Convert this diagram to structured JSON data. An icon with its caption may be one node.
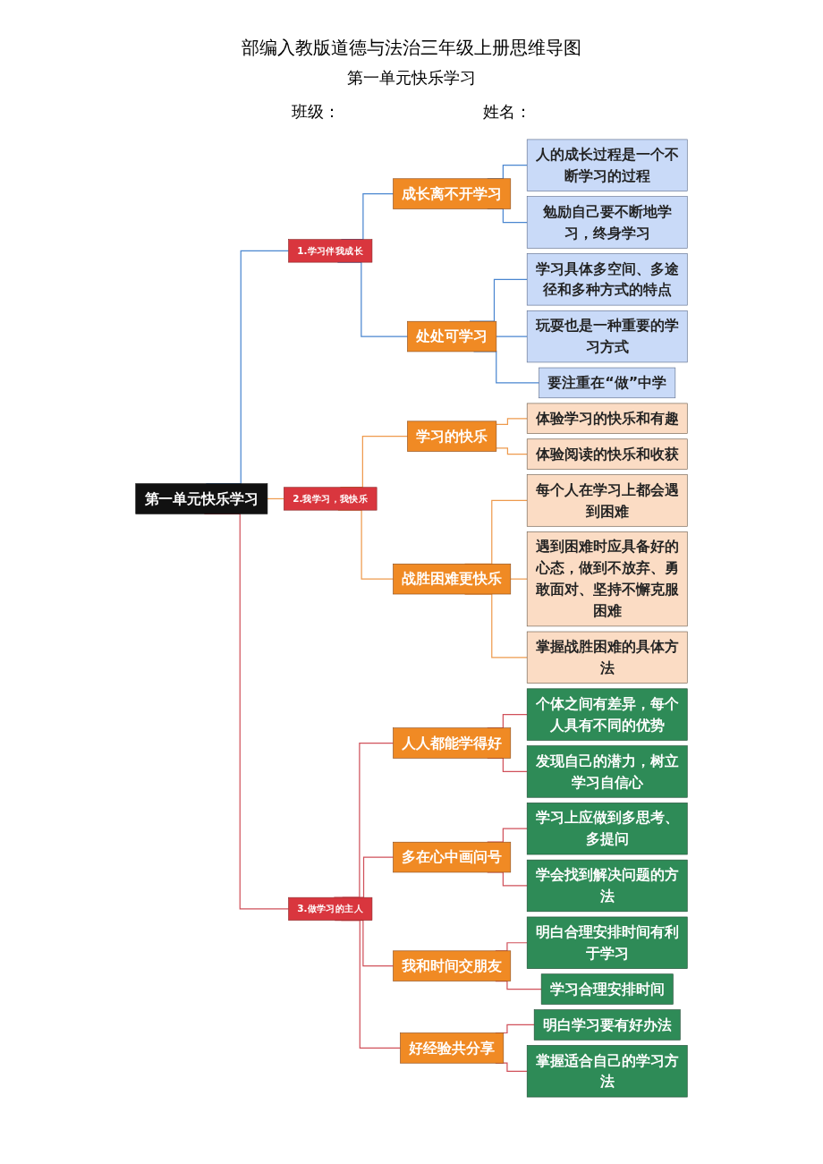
{
  "diagram": {
    "title": "部编入教版道德与法治三年级上册思维导图",
    "nodes": [
      {
        "text": [
          "第一单元快乐学习"
        ]
      },
      {
        "text": [
          "1.学习伴我成长"
        ]
      },
      {
        "text": [
          "成长离不开学习"
        ]
      },
      {
        "text": [
          "人的成长过程是一个不断学习的过程"
        ]
      },
      {
        "text": [
          "勉励自己要不断地学习，终身学习"
        ]
      },
      {
        "text": [
          "处处可学习"
        ]
      },
      {
        "text": [
          "学习具体多空间、多途径和多种方式的特点"
        ]
      },
      {
        "text": [
          "玩耍也是一种重要的学习方式"
        ]
      },
      {
        "text": [
          "要注重在“做”中学"
        ]
      },
      {
        "text": [
          "2.我学习，我快乐"
        ]
      },
      {
        "text": [
          "学习的快乐"
        ]
      },
      {
        "text": [
          "体验学习的快乐和有趣"
        ]
      },
      {
        "text": [
          "体验阅读的快乐和收获"
        ]
      },
      {
        "text": [
          "战胜困难更快乐"
        ]
      },
      {
        "text": [
          "每个人在学习上都会遇到困难"
        ]
      },
      {
        "text": [
          "遇到困难时应具备好的心态，做到不放弃、勇敢面对、坚持不懈克服困难"
        ]
      },
      {
        "text": [
          "掌握战胜困难的具体方法"
        ]
      },
      {
        "text": [
          "3.做学习的主人"
        ]
      },
      {
        "text": [
          "人人都能学得好"
        ]
      },
      {
        "text": [
          "个体之间有差异，每个人具有不同的优势"
        ]
      },
      {
        "text": [
          "发现自己的潜力，树立学习自信心"
        ]
      },
      {
        "text": [
          "多在心中画问号"
        ]
      },
      {
        "text": [
          "学习上应做到多思考、多提问"
        ]
      },
      {
        "text": [
          "学会找到解决问题的方法"
        ]
      },
      {
        "text": [
          "我和时间交朋友"
        ]
      },
      {
        "text": [
          "明白合理安排时间有利于学习"
        ]
      },
      {
        "text": [
          "学习合理安排时间"
        ]
      },
      {
        "text": [
          "好经验共分享"
        ]
      },
      {
        "text": [
          "明白学习要有好办法"
        ]
      },
      {
        "text": [
          "掌握适合自己的学习方法"
        ]
      }
    ],
    "edges": [
      {
        "from": 0,
        "to": 1,
        "arrow": "none",
        "color": "#4a86d0"
      },
      {
        "from": 1,
        "to": 2,
        "arrow": "none",
        "color": "#4a86d0"
      },
      {
        "from": 2,
        "to": 3,
        "arrow": "none",
        "color": "#4a86d0"
      },
      {
        "from": 2,
        "to": 4,
        "arrow": "none",
        "color": "#4a86d0"
      },
      {
        "from": 1,
        "to": 5,
        "arrow": "none",
        "color": "#4a86d0"
      },
      {
        "from": 5,
        "to": 6,
        "arrow": "none",
        "color": "#4a86d0"
      },
      {
        "from": 5,
        "to": 7,
        "arrow": "none",
        "color": "#4a86d0"
      },
      {
        "from": 5,
        "to": 8,
        "arrow": "none",
        "color": "#4a86d0"
      },
      {
        "from": 0,
        "to": 9,
        "arrow": "none",
        "color": "#ee9a4d"
      },
      {
        "from": 9,
        "to": 10,
        "arrow": "none",
        "color": "#ee9a4d"
      },
      {
        "from": 10,
        "to": 11,
        "arrow": "none",
        "color": "#ee9a4d"
      },
      {
        "from": 10,
        "to": 12,
        "arrow": "none",
        "color": "#ee9a4d"
      },
      {
        "from": 9,
        "to": 13,
        "arrow": "none",
        "color": "#ee9a4d"
      },
      {
        "from": 13,
        "to": 14,
        "arrow": "none",
        "color": "#ee9a4d"
      },
      {
        "from": 13,
        "to": 15,
        "arrow": "none",
        "color": "#ee9a4d"
      },
      {
        "from": 13,
        "to": 16,
        "arrow": "none",
        "color": "#ee9a4d"
      },
      {
        "from": 0,
        "to": 17,
        "arrow": "none",
        "color": "#d0505a"
      },
      {
        "from": 17,
        "to": 18,
        "arrow": "none",
        "color": "#d0505a"
      },
      {
        "from": 18,
        "to": 19,
        "arrow": "none",
        "color": "#d0505a"
      },
      {
        "from": 18,
        "to": 20,
        "arrow": "none",
        "color": "#d0505a"
      },
      {
        "from": 17,
        "to": 21,
        "arrow": "none",
        "color": "#d0505a"
      },
      {
        "from": 21,
        "to": 22,
        "arrow": "none",
        "color": "#d0505a"
      },
      {
        "from": 21,
        "to": 23,
        "arrow": "none",
        "color": "#d0505a"
      },
      {
        "from": 17,
        "to": 24,
        "arrow": "none",
        "color": "#d0505a"
      },
      {
        "from": 24,
        "to": 25,
        "arrow": "none",
        "color": "#d0505a"
      },
      {
        "from": 24,
        "to": 26,
        "arrow": "none",
        "color": "#d0505a"
      },
      {
        "from": 17,
        "to": 27,
        "arrow": "none",
        "color": "#d0505a"
      },
      {
        "from": 27,
        "to": 28,
        "arrow": "none",
        "color": "#d0505a"
      },
      {
        "from": 27,
        "to": 29,
        "arrow": "none",
        "color": "#d0505a"
      }
    ],
    "labels": [
      "第一单元快乐学习",
      "班级：",
      "姓名："
    ]
  }
}
